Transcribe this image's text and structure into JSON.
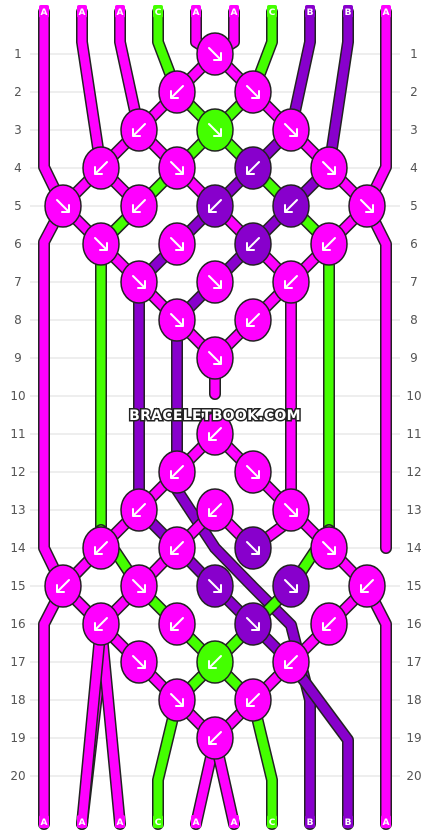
{
  "diagram": {
    "watermark": "BRACELETBOOK.COM",
    "rows": [
      "1",
      "2",
      "3",
      "4",
      "5",
      "6",
      "7",
      "8",
      "9",
      "10",
      "11",
      "12",
      "13",
      "14",
      "15",
      "16",
      "17",
      "18",
      "19",
      "20"
    ],
    "strands_top": [
      "A",
      "A",
      "A",
      "C",
      "A",
      "A",
      "C",
      "B",
      "B",
      "A"
    ],
    "strands_bottom": [
      "A",
      "A",
      "A",
      "C",
      "A",
      "A",
      "C",
      "B",
      "B",
      "A"
    ],
    "colors": {
      "A": "#ff00ff",
      "B": "#8800cc",
      "C": "#44ff00",
      "frame": "#222222"
    },
    "knots": [
      {
        "r": 1,
        "c": 4,
        "col": "A",
        "dir": "r"
      },
      {
        "r": 2,
        "c": 3,
        "col": "A",
        "dir": "l"
      },
      {
        "r": 2,
        "c": 5,
        "col": "A",
        "dir": "r"
      },
      {
        "r": 3,
        "c": 2,
        "col": "A",
        "dir": "l"
      },
      {
        "r": 3,
        "c": 4,
        "col": "C",
        "dir": "r"
      },
      {
        "r": 3,
        "c": 6,
        "col": "A",
        "dir": "r"
      },
      {
        "r": 4,
        "c": 1,
        "col": "A",
        "dir": "l"
      },
      {
        "r": 4,
        "c": 3,
        "col": "A",
        "dir": "r"
      },
      {
        "r": 4,
        "c": 5,
        "col": "B",
        "dir": "l"
      },
      {
        "r": 4,
        "c": 7,
        "col": "A",
        "dir": "r"
      },
      {
        "r": 5,
        "c": 0,
        "col": "A",
        "dir": "r"
      },
      {
        "r": 5,
        "c": 2,
        "col": "A",
        "dir": "l"
      },
      {
        "r": 5,
        "c": 4,
        "col": "B",
        "dir": "l"
      },
      {
        "r": 5,
        "c": 6,
        "col": "B",
        "dir": "l"
      },
      {
        "r": 5,
        "c": 8,
        "col": "A",
        "dir": "r"
      },
      {
        "r": 6,
        "c": 1,
        "col": "A",
        "dir": "r"
      },
      {
        "r": 6,
        "c": 3,
        "col": "A",
        "dir": "r"
      },
      {
        "r": 6,
        "c": 5,
        "col": "B",
        "dir": "l"
      },
      {
        "r": 6,
        "c": 7,
        "col": "A",
        "dir": "l"
      },
      {
        "r": 7,
        "c": 2,
        "col": "A",
        "dir": "r"
      },
      {
        "r": 7,
        "c": 4,
        "col": "A",
        "dir": "r"
      },
      {
        "r": 7,
        "c": 6,
        "col": "A",
        "dir": "l"
      },
      {
        "r": 8,
        "c": 3,
        "col": "A",
        "dir": "r"
      },
      {
        "r": 8,
        "c": 5,
        "col": "A",
        "dir": "l"
      },
      {
        "r": 9,
        "c": 4,
        "col": "A",
        "dir": "r"
      },
      {
        "r": 11,
        "c": 4,
        "col": "A",
        "dir": "l"
      },
      {
        "r": 12,
        "c": 3,
        "col": "A",
        "dir": "l"
      },
      {
        "r": 12,
        "c": 5,
        "col": "A",
        "dir": "r"
      },
      {
        "r": 13,
        "c": 2,
        "col": "A",
        "dir": "l"
      },
      {
        "r": 13,
        "c": 4,
        "col": "A",
        "dir": "l"
      },
      {
        "r": 13,
        "c": 6,
        "col": "A",
        "dir": "r"
      },
      {
        "r": 14,
        "c": 1,
        "col": "A",
        "dir": "l"
      },
      {
        "r": 14,
        "c": 3,
        "col": "A",
        "dir": "l"
      },
      {
        "r": 14,
        "c": 5,
        "col": "B",
        "dir": "r"
      },
      {
        "r": 14,
        "c": 7,
        "col": "A",
        "dir": "r"
      },
      {
        "r": 15,
        "c": 0,
        "col": "A",
        "dir": "l"
      },
      {
        "r": 15,
        "c": 2,
        "col": "A",
        "dir": "r"
      },
      {
        "r": 15,
        "c": 4,
        "col": "B",
        "dir": "r"
      },
      {
        "r": 15,
        "c": 6,
        "col": "B",
        "dir": "r"
      },
      {
        "r": 15,
        "c": 8,
        "col": "A",
        "dir": "l"
      },
      {
        "r": 16,
        "c": 1,
        "col": "A",
        "dir": "l"
      },
      {
        "r": 16,
        "c": 3,
        "col": "A",
        "dir": "l"
      },
      {
        "r": 16,
        "c": 5,
        "col": "B",
        "dir": "r"
      },
      {
        "r": 16,
        "c": 7,
        "col": "A",
        "dir": "l"
      },
      {
        "r": 17,
        "c": 2,
        "col": "A",
        "dir": "r"
      },
      {
        "r": 17,
        "c": 4,
        "col": "C",
        "dir": "l"
      },
      {
        "r": 17,
        "c": 6,
        "col": "A",
        "dir": "l"
      },
      {
        "r": 18,
        "c": 3,
        "col": "A",
        "dir": "r"
      },
      {
        "r": 18,
        "c": 5,
        "col": "A",
        "dir": "l"
      },
      {
        "r": 19,
        "c": 4,
        "col": "A",
        "dir": "l"
      }
    ]
  }
}
